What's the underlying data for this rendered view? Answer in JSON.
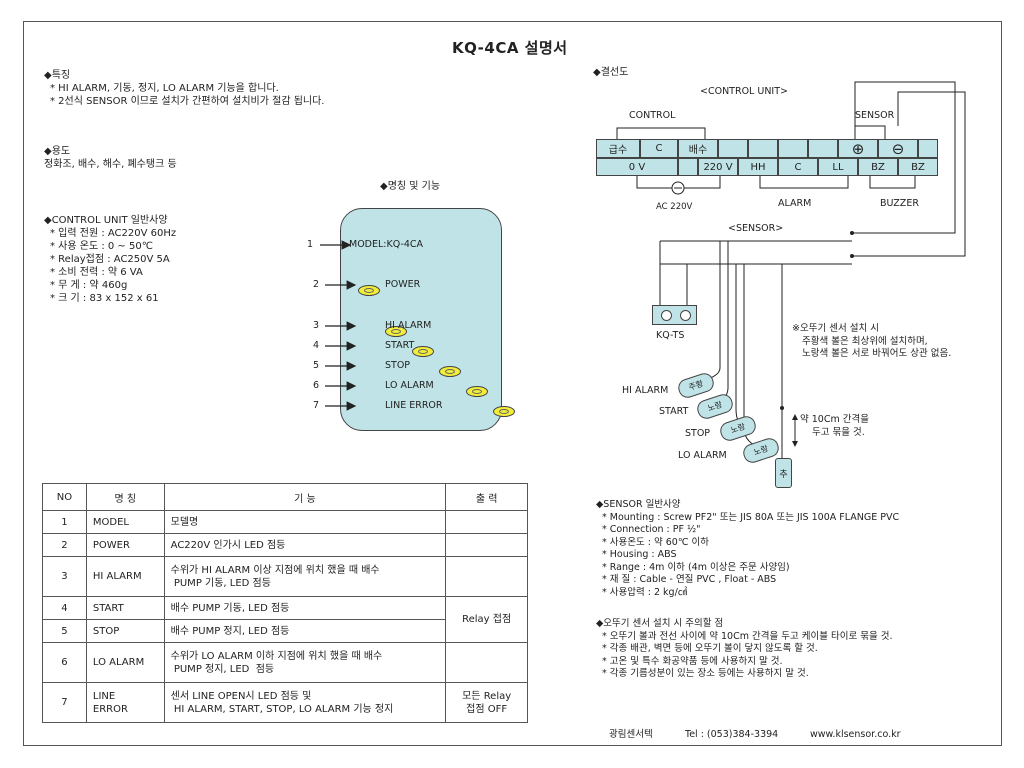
{
  "doc": {
    "title": "KQ-4CA 설명서",
    "features": {
      "heading": "◆특징",
      "lines": [
        "* HI ALARM, 기동, 정지, LO ALARM 기능을 합니다.",
        "* 2선식 SENSOR 이므로 설치가 간편하여 설치비가 절감 됩니다."
      ]
    },
    "usage": {
      "heading": "◆용도",
      "text": "정화조, 배수, 해수, 폐수탱크 등"
    },
    "control_spec": {
      "heading": "◆CONTROL UNIT 일반사양",
      "lines": [
        "* 입력 전원 : AC220V  60Hz",
        "* 사용 온도 : 0 ~ 50℃",
        "* Relay접점 : AC250V 5A",
        "* 소비 전력 : 약 6 VA",
        "* 무      게 : 약 460g",
        "* 크      기 : 83 x 152 x 61"
      ]
    },
    "naming": {
      "heading": "◆명칭 및 기능",
      "items": [
        {
          "no": "1",
          "label": "MODEL:KQ-4CA"
        },
        {
          "no": "2",
          "label": "POWER"
        },
        {
          "no": "3",
          "label": "HI ALARM"
        },
        {
          "no": "4",
          "label": "START"
        },
        {
          "no": "5",
          "label": "STOP"
        },
        {
          "no": "6",
          "label": "LO ALARM"
        },
        {
          "no": "7",
          "label": "LINE ERROR"
        }
      ]
    },
    "table": {
      "headers": [
        "NO",
        "명  칭",
        "기          능",
        "출  력"
      ],
      "rows": [
        {
          "no": "1",
          "name": "MODEL",
          "func": "모델명",
          "out": ""
        },
        {
          "no": "2",
          "name": "POWER",
          "func": "AC220V 인가시 LED 점등",
          "out": ""
        },
        {
          "no": "3",
          "name": "HI ALARM",
          "func": "수위가 HI ALARM 이상 지점에 위치 했을 때 배수",
          "func2": " PUMP 기동, LED 점등",
          "out": ""
        },
        {
          "no": "4",
          "name": "START",
          "func": "배수 PUMP 기동, LED 점등",
          "out": "Relay 접점"
        },
        {
          "no": "5",
          "name": "STOP",
          "func": "배수 PUMP 정지, LED 점등",
          "out": ""
        },
        {
          "no": "6",
          "name": "LO ALARM",
          "func": "수위가 LO ALARM 이하 지점에 위치 했을 때 배수",
          "func2": " PUMP 정지, LED  점등",
          "out": ""
        },
        {
          "no": "7",
          "name": "LINE",
          "name2": "ERROR",
          "func": "센서 LINE OPEN시 LED 점등 및",
          "func2": " HI ALARM, START, STOP, LO ALARM 기능 정지",
          "out": "모든 Relay",
          "out2": "접점 OFF"
        }
      ]
    },
    "wiring": {
      "heading": "◆결선도",
      "control_unit": "<CONTROL UNIT>",
      "control": "CONTROL",
      "sensor_top": "SENSOR",
      "top_cells": [
        "급수",
        "C",
        "배수",
        "",
        "",
        "",
        "",
        "",
        "",
        "⊕",
        "⊖"
      ],
      "bottom_cells": [
        "0 V",
        "220 V",
        "HH",
        "C",
        "LL",
        "BZ",
        "BZ"
      ],
      "ac": "AC 220V",
      "alarm": "ALARM",
      "buzzer": "BUZZER",
      "sensor_label": "<SENSOR>",
      "kqts": "KQ-TS",
      "note": [
        "※오뚜기 센서 설치 시",
        "주황색 볼은 최상위에 설치하며,",
        "노랑색 볼은 서로 바꿔어도 상관 없음."
      ],
      "float_labels": [
        "HI ALARM",
        "START",
        "STOP",
        "LO ALARM"
      ],
      "float_tags": [
        "주황",
        "노랑",
        "노랑",
        "노랑"
      ],
      "weight": "추",
      "interval": [
        "약 10Cm 간격을",
        "두고 묶을 것."
      ]
    },
    "sensor_spec": {
      "heading": "◆SENSOR 일반사양",
      "lines": [
        "* Mounting : Screw PF2\" 또는 JIS 80A 또는 JIS 100A FLANGE PVC",
        "* Connection : PF ½\"",
        "* 사용온도 : 약 60℃ 이하",
        "* Housing : ABS",
        "* Range : 4m 이하 (4m 이상은 주문 사양임)",
        "* 재      질 : Cable - 연질 PVC , Float - ABS",
        "* 사용압력 : 2 kg/㎠"
      ]
    },
    "caution": {
      "heading": "◆오뚜기 센서 설치 시 주의할 점",
      "lines": [
        "* 오뚜기 볼과 전선 사이에 약 10Cm 간격을 두고 케이블 타이로 묶을 것.",
        "* 각종 배관, 벽면 등에 오뚜기 볼이 닿지 않도록 할 것.",
        "* 고온 및 특수 화공약품 등에 사용하지 말 것.",
        "* 각종 기름성분이 있는 장소 등에는 사용하지 말 것."
      ]
    },
    "footer": {
      "company": "광림센서텍",
      "tel": "Tel : (053)384-3394",
      "web": "www.klsensor.co.kr"
    }
  }
}
